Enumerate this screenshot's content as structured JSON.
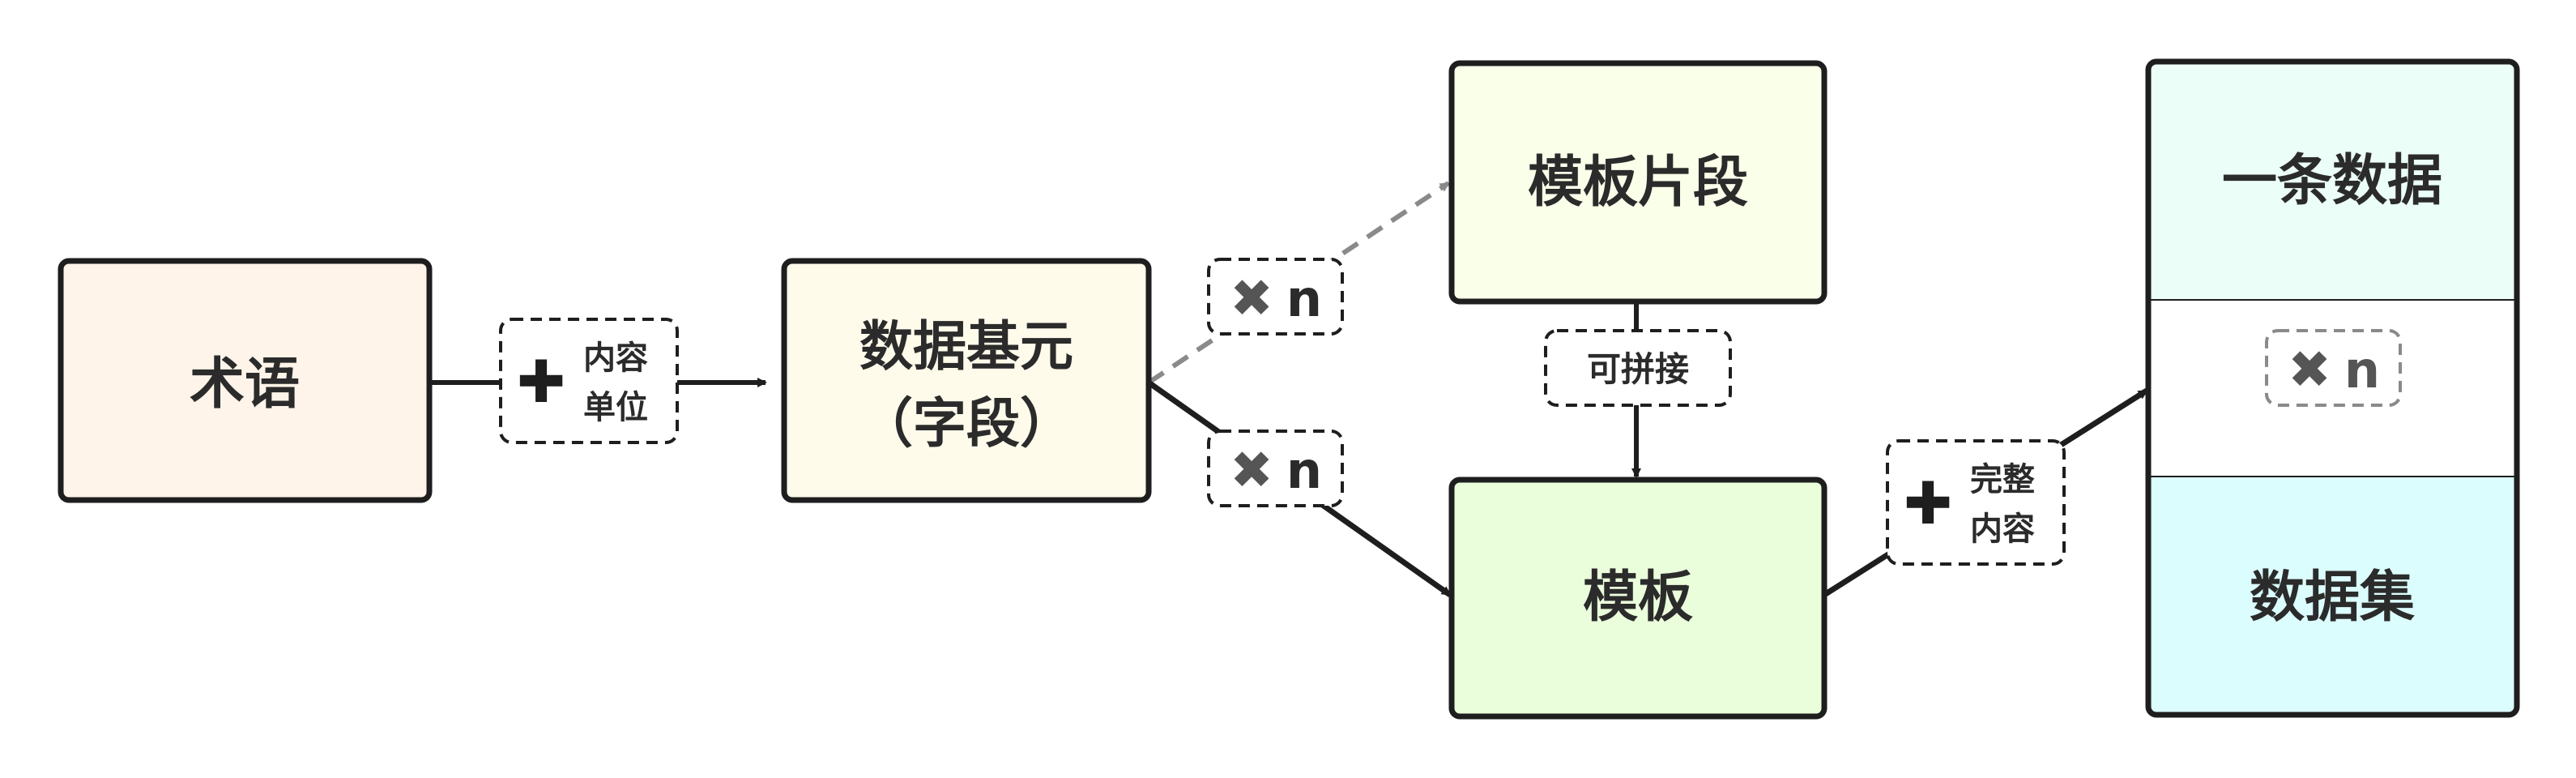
{
  "nodes": {
    "term": {
      "label": "术语",
      "fill": "#fff4e9"
    },
    "field": {
      "line1": "数据基元",
      "line2": "（字段）",
      "fill": "#fffbeb"
    },
    "fragment": {
      "label": "模板片段",
      "fill": "#f9ffe9"
    },
    "template": {
      "label": "模板",
      "fill": "#ebfedc"
    },
    "record": {
      "label": "一条数据",
      "fill": "#ebfef7"
    },
    "dataset": {
      "label": "数据集",
      "fill": "#dcfdfd"
    }
  },
  "labels": {
    "content_unit": {
      "symbol": "✚",
      "line1": "内容",
      "line2": "单位"
    },
    "times_n_upper": {
      "symbol": "✖",
      "text": "n"
    },
    "times_n_lower": {
      "symbol": "✖",
      "text": "n"
    },
    "concat": {
      "text": "可拼接"
    },
    "full_content": {
      "symbol": "✚",
      "line1": "完整",
      "line2": "内容"
    },
    "times_n_record": {
      "symbol": "✖",
      "text": "n"
    }
  },
  "colors": {
    "stroke": "#1e1e1e",
    "dashed": "#8a8a8a",
    "symbol": "#555555"
  }
}
